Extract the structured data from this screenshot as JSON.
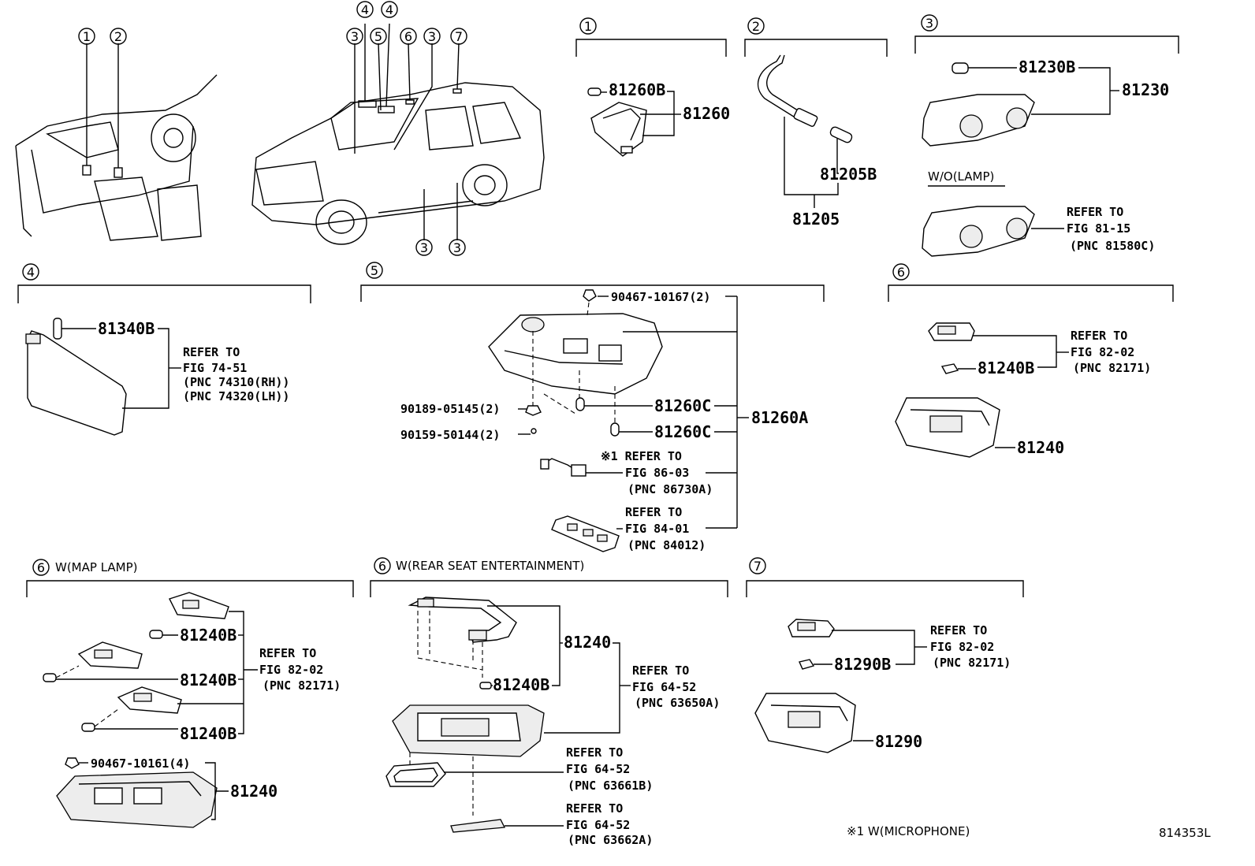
{
  "diagram_id": "814353L",
  "footnote": "※1  W(MICROPHONE)",
  "overview": {
    "interior_callouts": [
      "1",
      "2"
    ],
    "vehicle_callouts_top": [
      "3",
      "4",
      "5",
      "4",
      "6",
      "3",
      "7"
    ],
    "vehicle_callouts_bottom": [
      "3",
      "3"
    ]
  },
  "sections": {
    "s1": {
      "num": "1",
      "parts": [
        "81260B",
        "81260"
      ]
    },
    "s2": {
      "num": "2",
      "parts": [
        "81205B",
        "81205"
      ]
    },
    "s3": {
      "num": "3",
      "parts": [
        "81230B",
        "81230"
      ],
      "variant": "W/O(LAMP)",
      "refer": [
        "REFER TO",
        "FIG 81-15",
        "(PNC 81580C)"
      ]
    },
    "s4": {
      "num": "4",
      "parts": [
        "81340B"
      ],
      "refer": [
        "REFER TO",
        "FIG 74-51",
        "(PNC 74310(RH))",
        "(PNC 74320(LH))"
      ]
    },
    "s5": {
      "num": "5",
      "parts": [
        "90467-10167(2)",
        "90189-05145(2)",
        "90159-50144(2)",
        "81260C",
        "81260C",
        "81260A"
      ],
      "refer_mic": [
        "※1 REFER TO",
        "FIG 86-03",
        "(PNC 86730A)"
      ],
      "refer_switch": [
        "REFER TO",
        "FIG 84-01",
        "(PNC 84012)"
      ]
    },
    "s6": {
      "num": "6",
      "parts": [
        "81240B",
        "81240"
      ],
      "refer": [
        "REFER TO",
        "FIG 82-02",
        "(PNC 82171)"
      ]
    },
    "s6map": {
      "num": "6",
      "title": "W(MAP LAMP)",
      "parts": [
        "81240B",
        "81240B",
        "81240B",
        "90467-10161(4)",
        "81240"
      ],
      "refer": [
        "REFER TO",
        "FIG 82-02",
        "(PNC 82171)"
      ]
    },
    "s6rse": {
      "num": "6",
      "title": "W(REAR SEAT ENTERTAINMENT)",
      "parts": [
        "81240",
        "81240B"
      ],
      "refer_a": [
        "REFER TO",
        "FIG 64-52",
        "(PNC 63650A)"
      ],
      "refer_b": [
        "REFER TO",
        "FIG 64-52",
        "(PNC 63661B)"
      ],
      "refer_c": [
        "REFER TO",
        "FIG 64-52",
        "(PNC 63662A)"
      ]
    },
    "s7": {
      "num": "7",
      "parts": [
        "81290B",
        "81290"
      ],
      "refer": [
        "REFER TO",
        "FIG 82-02",
        "(PNC 82171)"
      ]
    }
  }
}
